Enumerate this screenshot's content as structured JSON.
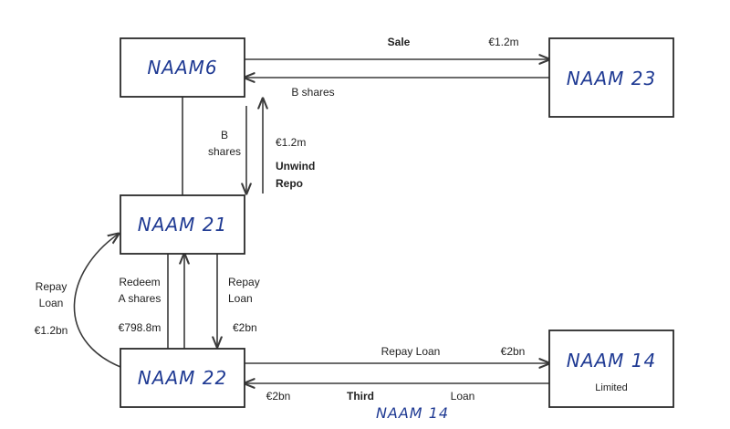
{
  "nodes": {
    "naam6": {
      "name": "NAAM6"
    },
    "naam23": {
      "name": "NAAM 23"
    },
    "naam21": {
      "name": "NAAM 21"
    },
    "naam22": {
      "name": "NAAM 22"
    },
    "naam14": {
      "name": "NAAM 14",
      "sub": "Limited"
    }
  },
  "edges": {
    "sale": {
      "label": "Sale",
      "amount": "€1.2m"
    },
    "b_shares_top": {
      "label": "B shares"
    },
    "b_shares_vertical": {
      "line1": "B",
      "line2": "shares"
    },
    "unwind_repo": {
      "amount": "€1.2m",
      "line1": "Unwind",
      "line2": "Repo"
    },
    "repay_loan_curve": {
      "line1": "Repay",
      "line2": "Loan",
      "amount": "€1.2bn"
    },
    "redeem_a_shares": {
      "line1": "Redeem",
      "line2": "A shares",
      "amount": "€798.8m"
    },
    "repay_loan_21_22": {
      "line1": "Repay",
      "line2": "Loan",
      "amount": "€2bn"
    },
    "repay_loan_22_14": {
      "label": "Repay Loan",
      "amount": "€2bn"
    },
    "third_loan": {
      "amount": "€2bn",
      "label_left": "Third",
      "label_right": "Loan"
    }
  },
  "annotation": {
    "handwritten": "NAAM 14"
  }
}
